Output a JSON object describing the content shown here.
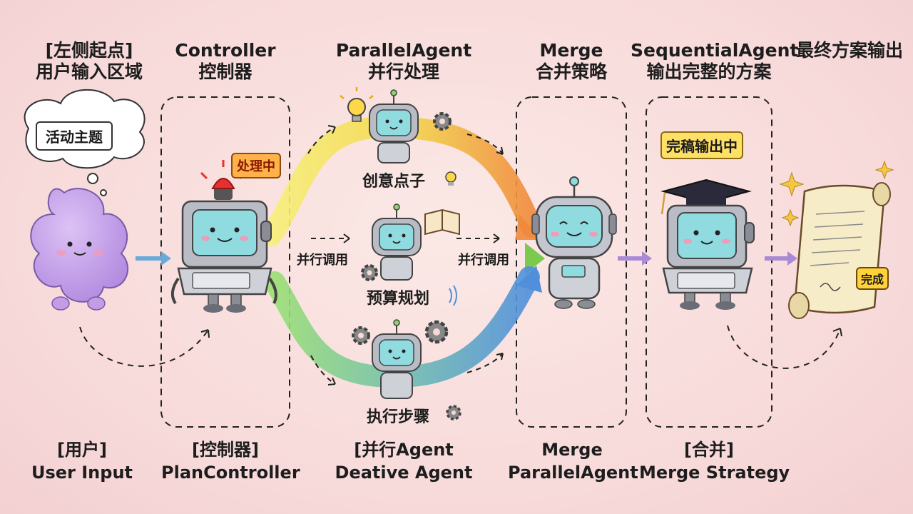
{
  "headers": {
    "start": {
      "line1": "[左侧起点]",
      "line2": "用户输入区域"
    },
    "controller": {
      "line1": "Controller",
      "line2": "控制器"
    },
    "parallel": {
      "line1": "ParallelAgent",
      "line2": "并行处理"
    },
    "merge": {
      "line1": "Merge",
      "line2": "合并策略"
    },
    "sequential": {
      "line1": "SequentialAgent",
      "line2": "输出完整的方案"
    },
    "final": {
      "line1": "最终方案输出"
    }
  },
  "footers": {
    "user": {
      "line1": "[用户]",
      "line2": "User Input"
    },
    "controller": {
      "line1": "[控制器]",
      "line2": "PlanController"
    },
    "parallel": {
      "line1": "[并行Agent",
      "line2": "Deative Agent"
    },
    "merge": {
      "line1": "Merge",
      "line2": "ParallelAgent"
    },
    "sequential": {
      "line1": "[合并]",
      "line2": "Merge Strategy"
    }
  },
  "user": {
    "bubble": "活动主题"
  },
  "controller": {
    "status_tag": "处理中"
  },
  "agents": {
    "creative": "创意点子",
    "budget": "预算规划",
    "steps": "执行步骤"
  },
  "bands": {
    "left": "并行调用",
    "right": "并行调用"
  },
  "sequential": {
    "status_tag": "完稿输出中"
  },
  "final": {
    "badge": "完成"
  },
  "colors": {
    "background": "#f7d9d9",
    "band_yellow": "#f3d94a",
    "band_orange": "#f08a3c",
    "band_green": "#86cc5a",
    "band_blue": "#4f8fdc",
    "robot_screen": "#8fdbe0",
    "user_blob": "#c9a2ea",
    "tag_orange": "#ffb24a",
    "tag_yellow": "#ffe066"
  }
}
